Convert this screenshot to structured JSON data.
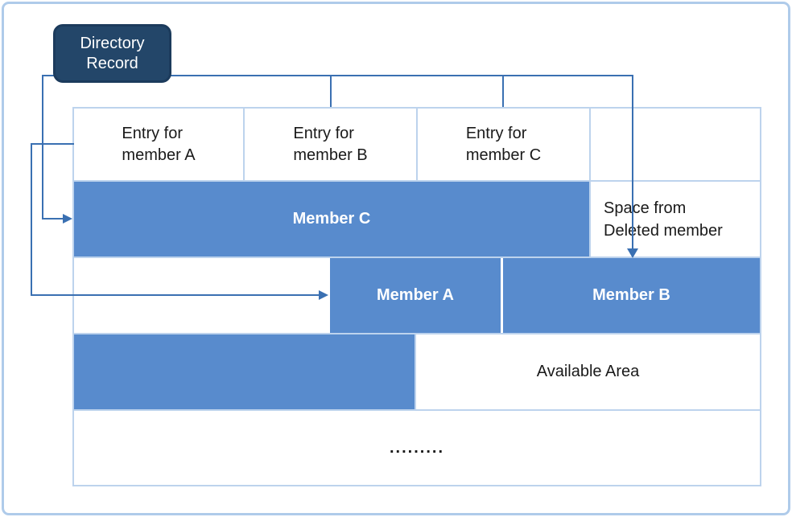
{
  "colors": {
    "block_blue": "#588BCD",
    "grid_line": "#BDD3ED",
    "outer_border": "#AFCBEA",
    "connector": "#3A70B2",
    "directory_fill": "#234669",
    "directory_border": "#1C3B5C",
    "text_dark": "#1A1A1A",
    "text_light": "#FFFFFF"
  },
  "directory_record": {
    "line1": "Directory",
    "line2": "Record"
  },
  "table": {
    "entries": [
      {
        "line1": "Entry for",
        "line2": "member A"
      },
      {
        "line1": "Entry for",
        "line2": "member B"
      },
      {
        "line1": "Entry for",
        "line2": "member C"
      }
    ],
    "member_c": "Member C",
    "member_a": "Member A",
    "member_b": "Member B",
    "space_deleted": {
      "line1": "Space from",
      "line2": "Deleted member"
    },
    "available_area": "Available Area",
    "ellipsis": "........."
  }
}
